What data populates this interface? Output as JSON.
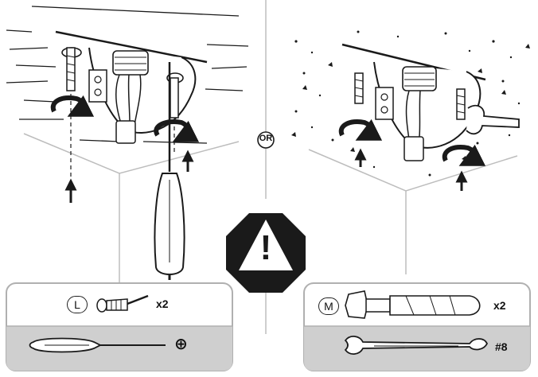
{
  "divider": {
    "or_label": "OR"
  },
  "left_kit": {
    "part_letter": "L",
    "quantity": "x2",
    "tool_symbol": "⊕",
    "tool_icon": "phillips-screwdriver-icon"
  },
  "right_kit": {
    "part_letter": "M",
    "quantity": "x2",
    "wrench_size": "#8",
    "tool_icon": "wrench-icon"
  },
  "warning": {
    "icon": "warning-exclamation-icon",
    "symbol": "!"
  },
  "colors": {
    "ink": "#1a1a1a",
    "panel_gray": "#cfcfcf",
    "panel_border": "#b0b0b0",
    "warning_fill": "#1a1a1a"
  }
}
